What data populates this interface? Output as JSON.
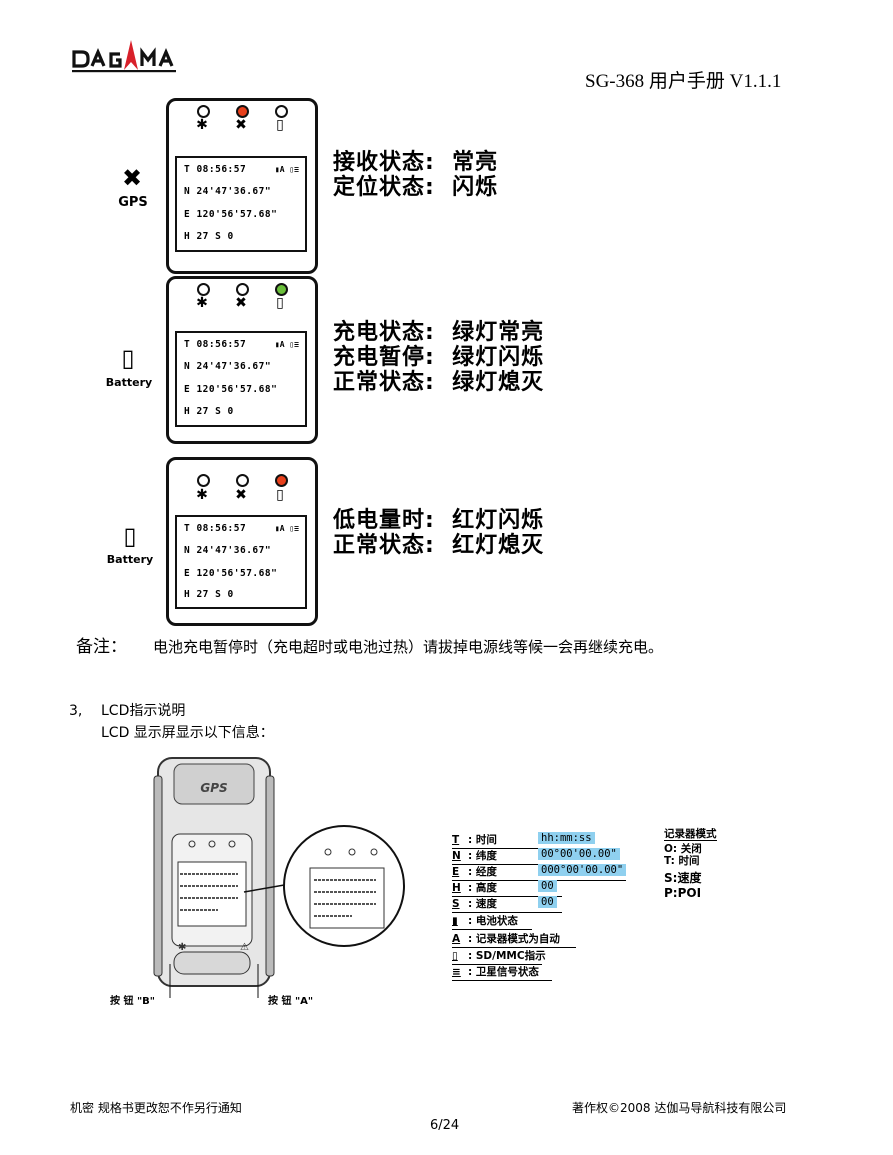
{
  "header": {
    "logo_text": "DAGAMA",
    "title": "SG-368 用户手册 V1.1.1"
  },
  "lcd_readout": {
    "t": "T 08:56:57",
    "n": "N 24'47'36.67\"",
    "e": "E 120'56'57.68\"",
    "h": "H 27    S 0",
    "status_icons": "▮A ▯≡"
  },
  "panels": [
    {
      "side_label": "GPS",
      "side_icon": "gps-satellite-icon",
      "leds": [
        "#ffffff",
        "#e8401c",
        "#ffffff"
      ],
      "status_lines": "接收状态:  常亮\n定位状态:  闪烁"
    },
    {
      "side_label": "Battery",
      "side_icon": "battery-icon",
      "leds": [
        "#ffffff",
        "#ffffff",
        "#6abf3a"
      ],
      "status_lines": "充电状态:  绿灯常亮\n充电暂停:  绿灯闪烁\n正常状态:  绿灯熄灭"
    },
    {
      "side_label": "Battery",
      "side_icon": "battery-icon",
      "leds": [
        "#ffffff",
        "#ffffff",
        "#e8401c"
      ],
      "status_lines": "低电量时:  红灯闪烁\n正常状态:  红灯熄灭"
    }
  ],
  "note": {
    "label": "备注：",
    "text": "电池充电暂停时（充电超时或电池过热）请拔掉电源线等候一会再继续充电。"
  },
  "section": {
    "number": "3,",
    "title": "LCD指示说明",
    "subtitle": "LCD  显示屏显示以下信息："
  },
  "device": {
    "brand": "GPS",
    "button_b": "按 钮 \"B\"",
    "button_a": "按 钮 \"A\""
  },
  "legend": [
    {
      "key": "T",
      "desc": ": 时间",
      "value": "hh:mm:ss"
    },
    {
      "key": "N",
      "desc": ": 纬度",
      "value": "00°00'00.00\""
    },
    {
      "key": "E",
      "desc": ": 经度",
      "value": "000°00'00.00\""
    },
    {
      "key": "H",
      "desc": ": 高度",
      "value": "00"
    },
    {
      "key": "S",
      "desc": ": 速度",
      "value": "00"
    },
    {
      "key": "▮",
      "desc": ":  电池状态",
      "value": ""
    },
    {
      "key": "A",
      "desc": ":  记录器模式为自动",
      "value": ""
    },
    {
      "key": "▯",
      "desc": ":  SD/MMC指示",
      "value": ""
    },
    {
      "key": "≡",
      "desc": ":  卫星信号状态",
      "value": ""
    }
  ],
  "recorder_mode": {
    "title": "记录器模式",
    "items": [
      "O: 关闭",
      "T: 时间",
      "S:速度",
      "P:POI"
    ]
  },
  "colors": {
    "red_led": "#e8401c",
    "green_led": "#6abf3a",
    "highlight": "#8fd0ef"
  },
  "footer": {
    "left": "机密    规格书更改恕不作另行通知",
    "right": "著作权©2008    达伽马导航科技有限公司",
    "page": "6/24"
  }
}
